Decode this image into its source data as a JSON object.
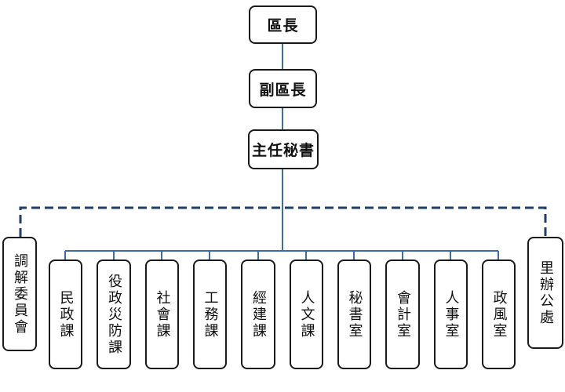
{
  "diagram": {
    "top_chain": [
      "區長",
      "副區長",
      "主任秘書"
    ],
    "units": [
      "民政課",
      "役政災防課",
      "社會課",
      "工務課",
      "經建課",
      "人文課",
      "秘書室",
      "會計室",
      "人事室",
      "政風室"
    ],
    "left_side_unit": "調解委員會",
    "right_side_unit": "里辦公處",
    "colors": {
      "solid_line": "#3b6ea8",
      "dashed_line": "#1f3f66",
      "box_border": "#1a1a1a"
    }
  }
}
